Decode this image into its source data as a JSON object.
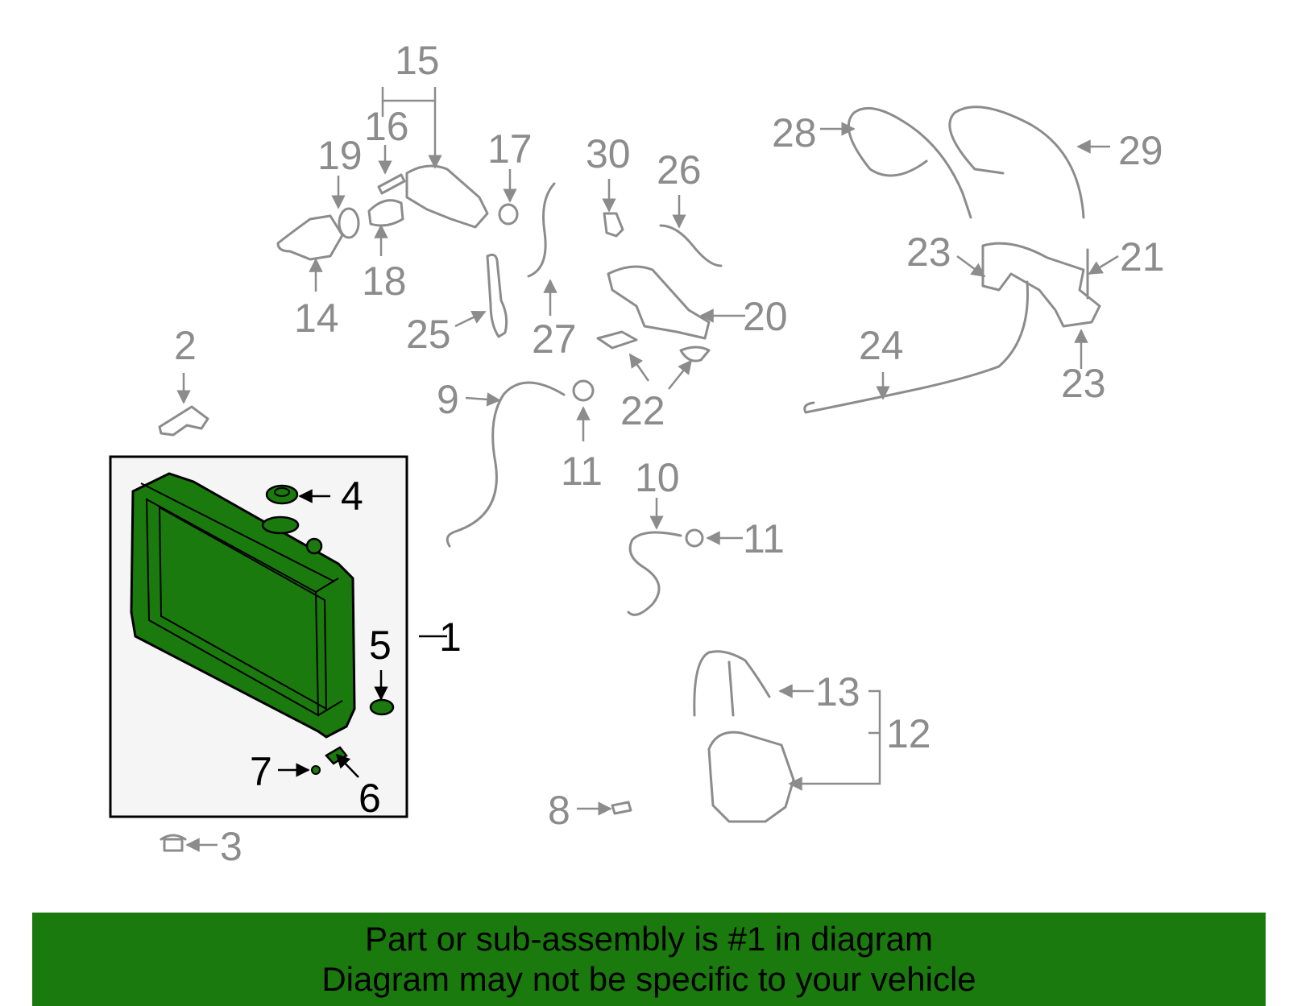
{
  "callouts": {
    "c1": "1",
    "c2": "2",
    "c3": "3",
    "c4": "4",
    "c5": "5",
    "c6": "6",
    "c7": "7",
    "c8": "8",
    "c9": "9",
    "c10": "10",
    "c11a": "11",
    "c11b": "11",
    "c12": "12",
    "c13": "13",
    "c14": "14",
    "c15": "15",
    "c16": "16",
    "c17": "17",
    "c18": "18",
    "c19": "19",
    "c20": "20",
    "c21": "21",
    "c22": "22",
    "c23a": "23",
    "c23b": "23",
    "c24": "24",
    "c25": "25",
    "c26": "26",
    "c27": "27",
    "c28": "28",
    "c29": "29",
    "c30": "30"
  },
  "colors": {
    "highlight": "#1b7a0e",
    "part_outline": "#8c8c8c",
    "active_label": "#000000",
    "panel_background": "#f5f5f5"
  },
  "banner": {
    "line1": "Part or sub-assembly is #1 in diagram",
    "line2": "Diagram may not be specific to your vehicle"
  }
}
